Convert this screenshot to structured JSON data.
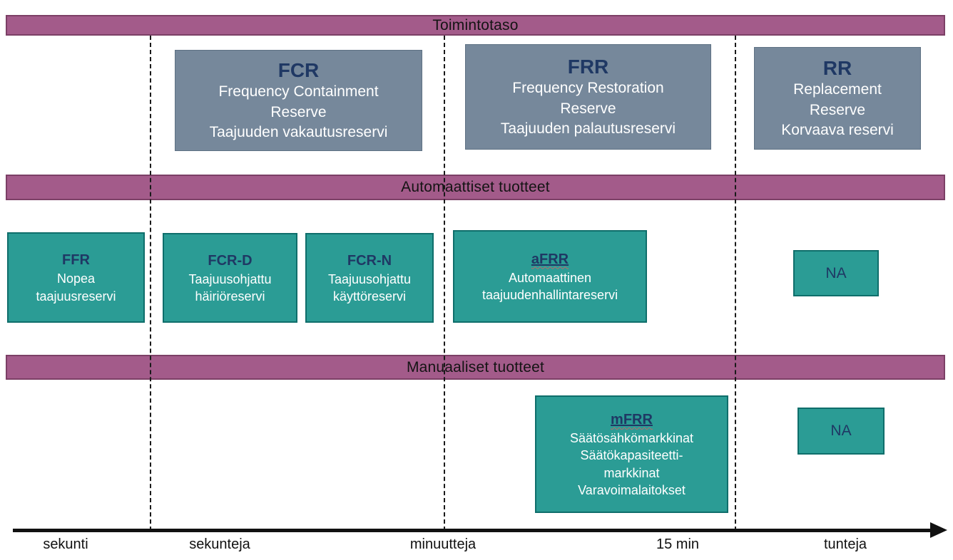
{
  "bands": [
    {
      "label": "Toimintotaso"
    },
    {
      "label": "Automaattiset tuotteet"
    },
    {
      "label": "Manuaaliset tuotteet"
    }
  ],
  "function_boxes": [
    {
      "title": "FCR",
      "lines": [
        "Frequency Containment",
        "Reserve",
        "Taajuuden vakautusreservi"
      ]
    },
    {
      "title": "FRR",
      "lines": [
        "Frequency Restoration",
        "Reserve",
        "Taajuuden palautusreservi"
      ]
    },
    {
      "title": "RR",
      "lines": [
        "Replacement",
        "Reserve",
        "Korvaava reservi"
      ]
    }
  ],
  "automatic_products": [
    {
      "title": "FFR",
      "lines": [
        "Nopea",
        "taajuusreservi"
      ]
    },
    {
      "title": "FCR-D",
      "lines": [
        "Taajuusohjattu",
        "häiriöreservi"
      ]
    },
    {
      "title": "FCR-N",
      "lines": [
        "Taajuusohjattu",
        "käyttöreservi"
      ]
    },
    {
      "title": "aFRR",
      "underlined": true,
      "lines": [
        "Automaattinen",
        "taajuudenhallintareservi"
      ]
    },
    {
      "title": "NA"
    }
  ],
  "manual_products": [
    {
      "title": "mFRR",
      "underlined": true,
      "lines": [
        "Säätösähkömarkkinat",
        "Säätökapasiteetti-",
        "markkinat",
        "Varavoimalaitokset"
      ]
    },
    {
      "title": "NA"
    }
  ],
  "time_axis": {
    "labels": [
      "sekunti",
      "sekunteja",
      "minuutteja",
      "15 min",
      "tunteja"
    ]
  },
  "colors": {
    "band_fill": "#A35B8A",
    "band_border": "#7C4066",
    "function_box_fill": "#76889B",
    "product_box_fill": "#2B9C95",
    "product_box_border": "#0F6E6B",
    "title_navy": "#1F3864",
    "body_text": "#FFFFFF",
    "axis_black": "#111111"
  }
}
